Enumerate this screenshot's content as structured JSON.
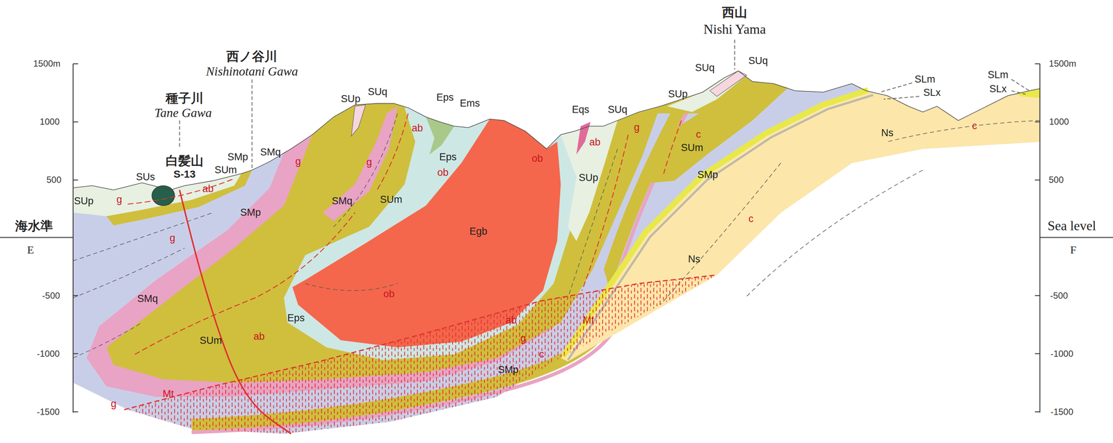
{
  "diagram": {
    "labels": [
      "1500m",
      "1000",
      "500",
      "-500",
      "-1000",
      "-1500",
      "1500m",
      "1000",
      "500",
      "-500",
      "-1000",
      "-1500",
      "海水準",
      "E",
      "Sea level",
      "F",
      "種子川",
      "Tane Gawa",
      "白髪山",
      "S-13",
      "西ノ谷川",
      "Nishinotani Gawa",
      "西山",
      "Nishi Yama",
      "SUp",
      "g",
      "SUs",
      "ab",
      "SUm",
      "SMp",
      "SMq",
      "g",
      "SMp",
      "g",
      "SUp",
      "SUq",
      "ab",
      "g",
      "SMq",
      "SUm",
      "Eps",
      "Ems",
      "Eps",
      "ob",
      "ob",
      "Egb",
      "ob",
      "Eps",
      "SMq",
      "SUm",
      "ab",
      "Mt",
      "g",
      "Eqs",
      "SUq",
      "ab",
      "SUp",
      "g",
      "SUp",
      "SUq",
      "SUq",
      "c",
      "SUm",
      "SMp",
      "SLm",
      "SLx",
      "SLm",
      "SLx",
      "Ns",
      "c",
      "c",
      "Ns",
      "ab",
      "g",
      "Mt",
      "c",
      "SMp"
    ]
  }
}
